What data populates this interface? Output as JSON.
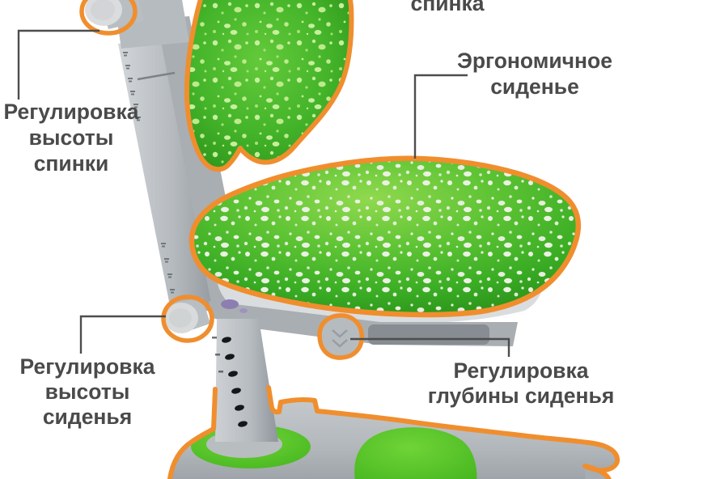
{
  "title": "Ergonomic children chair features infographic",
  "annotations": {
    "backrest_top_partial": {
      "line1": "спинка"
    },
    "ergonomic_seat": {
      "line1": "Эргономичное",
      "line2": "сиденье"
    },
    "backrest_height": {
      "line1": "Регулировка",
      "line2": "высоты",
      "line3": "спинки"
    },
    "seat_height": {
      "line1": "Регулировка",
      "line2": "высоты",
      "line3": "сиденья"
    },
    "seat_depth": {
      "line1": "Регулировка",
      "line2": "глубины сиденья"
    }
  },
  "colors": {
    "background": "#FFFFFF",
    "accent_orange": "#F08E2E",
    "label_text": "#4A4A4A",
    "leader_line": "#4D4D4D",
    "cushion_green_light": "#8FD94E",
    "cushion_green_dark": "#2F9E1F",
    "pattern_speckle_back": "#C7EF9D",
    "pattern_speckle_seat": "#EAF1E2",
    "base_green": "#5BC92B",
    "chair_gray_light": "#CDD1D4",
    "chair_gray_dark": "#9AA0A5",
    "column_hole": "#15181A",
    "purple_accent": "#8D7EB2"
  }
}
